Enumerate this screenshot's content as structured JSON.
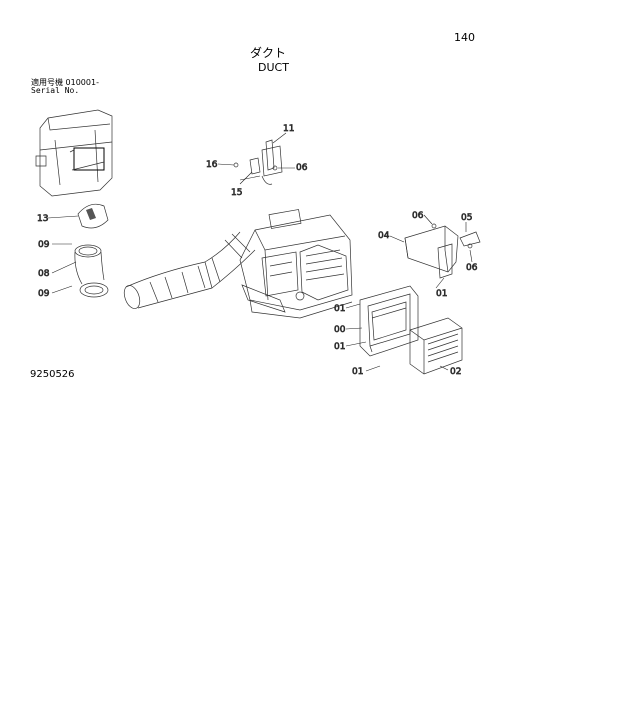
{
  "header": {
    "page_number": "140",
    "title_jp": "ダクト",
    "title_en": "DUCT"
  },
  "serial": {
    "label_jp": "適用号機  010001-",
    "label_en": "Serial No."
  },
  "figure_number": "9250526",
  "callouts": [
    "11",
    "16",
    "06",
    "15",
    "13",
    "09",
    "08",
    "09",
    "06",
    "05",
    "04",
    "06",
    "01",
    "01",
    "00",
    "01",
    "01",
    "02"
  ]
}
